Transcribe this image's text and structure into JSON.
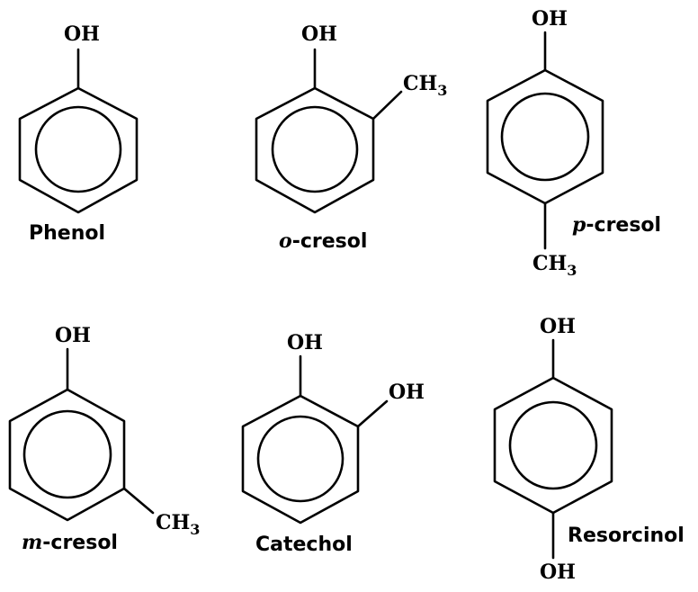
{
  "compounds": {
    "phenol": {
      "name": "Phenol",
      "oh": "OH"
    },
    "o_cresol": {
      "prefix": "o",
      "name": "-cresol",
      "oh": "OH",
      "ch": "CH",
      "sub": "3"
    },
    "p_cresol": {
      "prefix": "p",
      "name": "-cresol",
      "oh": "OH",
      "ch": "CH",
      "sub": "3"
    },
    "m_cresol": {
      "prefix": "m",
      "name": "-cresol",
      "oh": "OH",
      "ch": "CH",
      "sub": "3"
    },
    "catechol": {
      "name": "Catechol",
      "oh1": "OH",
      "oh2": "OH"
    },
    "resorcinol": {
      "name": "Resorcinol",
      "oh1": "OH",
      "oh2": "OH"
    }
  }
}
